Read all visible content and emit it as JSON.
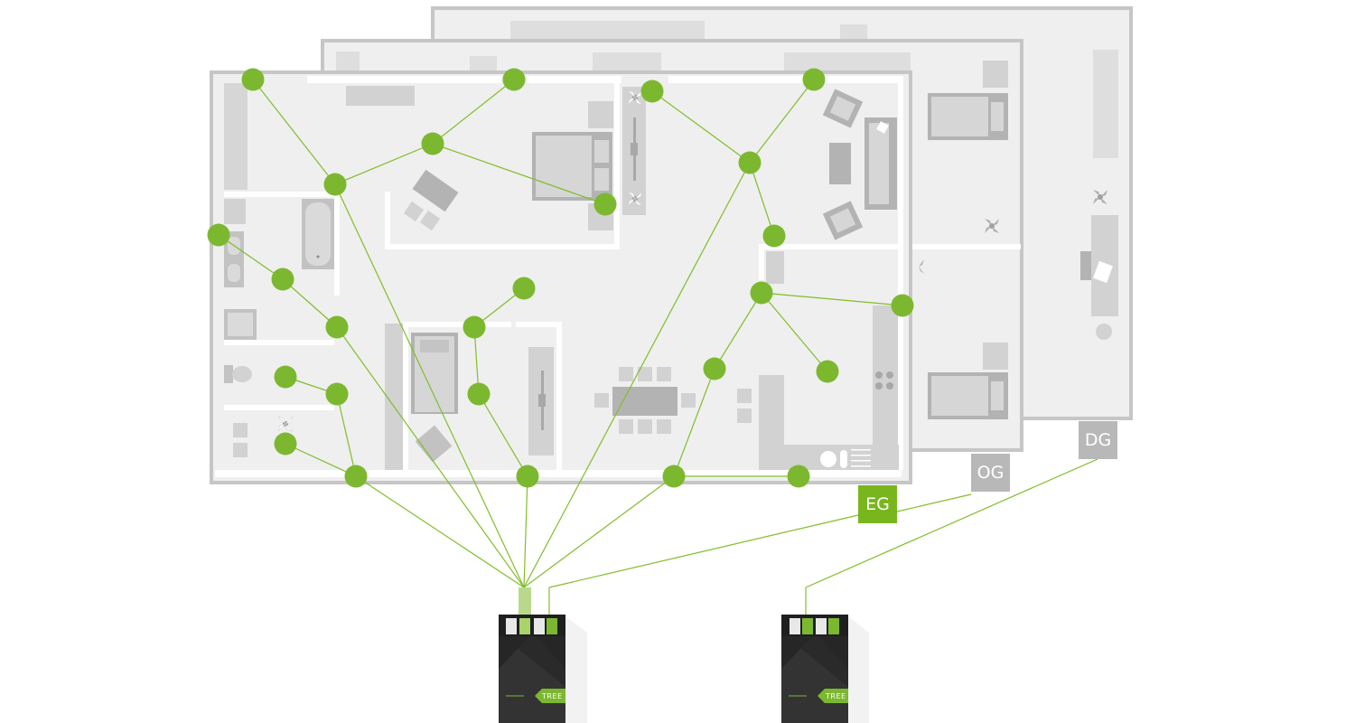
{
  "floors": {
    "dg_label": "DG",
    "og_label": "OG",
    "eg_label": "EG"
  },
  "devices": [
    {
      "label": "TREE"
    },
    {
      "label": "TREE"
    }
  ],
  "colors": {
    "accent_green": "#79b61d",
    "node_green": "#7cb82f",
    "line_green": "#82bd2a",
    "floor_fill": "#efefef",
    "wall_gray": "#c6c6c6",
    "furniture_gray": "#b3b3b3",
    "tag_gray": "#b8b8b8",
    "device_dark": "#2b2b2b"
  }
}
